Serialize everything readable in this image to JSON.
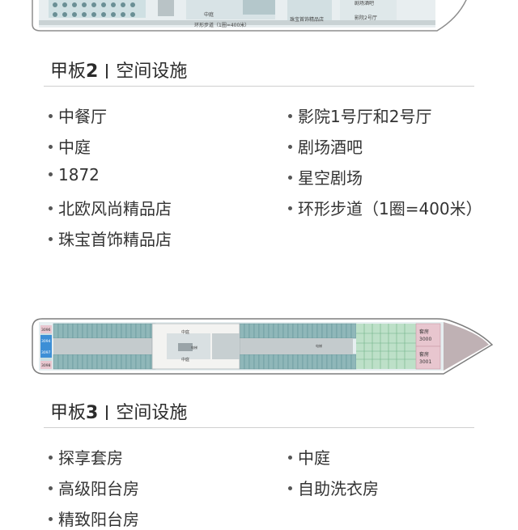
{
  "deck2": {
    "map_labels": {
      "center": "中庭",
      "walkway": "环形步道（1圈=400米）",
      "jewelry": "珠宝首饰精品店",
      "theater": "影院2号厅",
      "bar": "剧场酒吧"
    },
    "title_prefix": "甲板",
    "number": "2",
    "title_suffix": "空间设施",
    "facilities_left": [
      "中餐厅",
      "中庭",
      "1872",
      "北欧风尚精品店",
      "珠宝首饰精品店"
    ],
    "facilities_right": [
      "影院1号厅和2号厅",
      "剧场酒吧",
      "星空剧场",
      "环形步道（1圈=400米）"
    ]
  },
  "deck3": {
    "map_labels": {
      "center": "中庭",
      "elevator": "电梯",
      "suite1": "套房",
      "suite1_no": "3000",
      "suite2": "套房",
      "suite2_no": "3001",
      "left_cabins": [
        "3096",
        "3094",
        "3097",
        "3098"
      ]
    },
    "title_prefix": "甲板",
    "number": "3",
    "title_suffix": "空间设施",
    "facilities_left": [
      "探享套房",
      "高级阳台房",
      "精致阳台房"
    ],
    "facilities_right": [
      "中庭",
      "自助洗衣房"
    ]
  },
  "colors": {
    "hull": "#9aa4a8",
    "cabin": "#8fb7b9",
    "cabin_dark": "#5f8f93",
    "corridor": "#bfc6c8",
    "suite": "#e8c6cf",
    "accent_blue": "#3d8fd6",
    "green": "#7fc59a",
    "text": "#2b2b2b"
  }
}
